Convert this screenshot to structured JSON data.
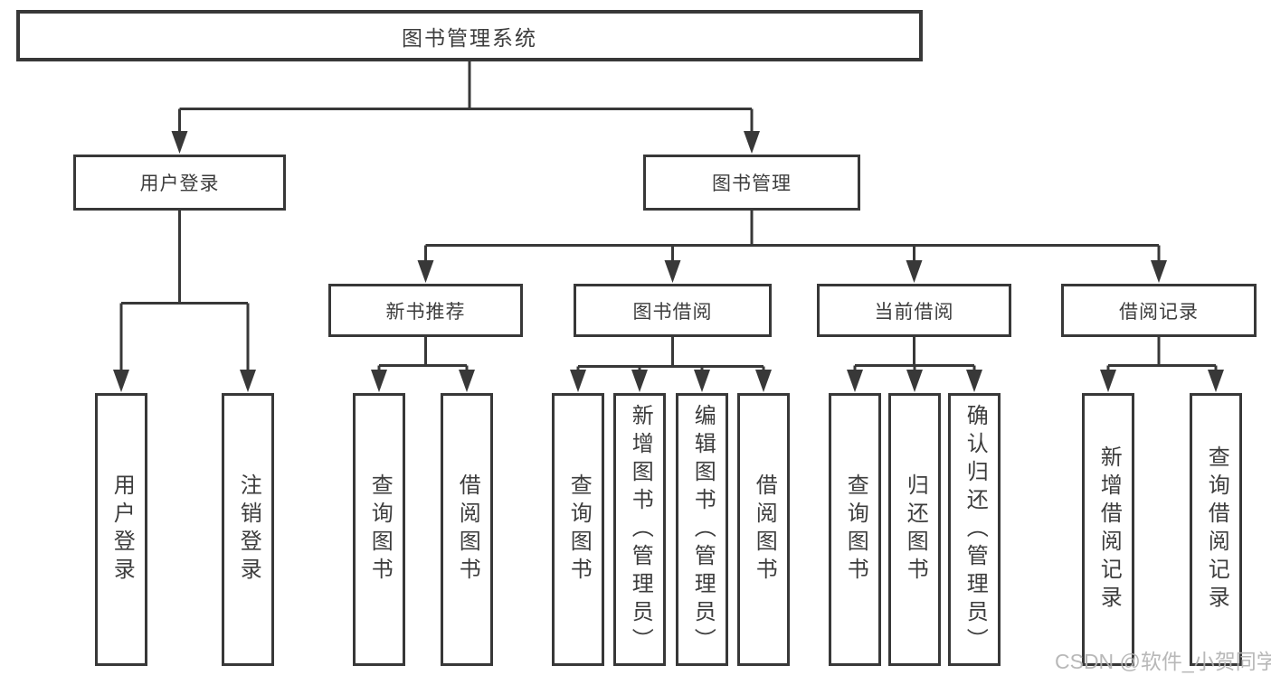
{
  "diagram_title": "图书管理系统",
  "nodes": {
    "root": {
      "label": "图书管理系统"
    },
    "level2": {
      "user_login": {
        "label": "用户登录",
        "parent": "图书管理系统"
      },
      "book_management": {
        "label": "图书管理",
        "parent": "图书管理系统"
      }
    },
    "level3": {
      "new_book_recommend": {
        "label": "新书推荐",
        "parent": "图书管理"
      },
      "book_borrowing": {
        "label": "图书借阅",
        "parent": "图书管理"
      },
      "current_borrowing": {
        "label": "当前借阅",
        "parent": "图书管理"
      },
      "borrowing_records": {
        "label": "借阅记录",
        "parent": "图书管理"
      }
    },
    "leaves": {
      "ul_login": {
        "label": "用户登录",
        "parent": "用户登录"
      },
      "ul_logout": {
        "label": "注销登录",
        "parent": "用户登录"
      },
      "nr_query": {
        "label": "查询图书",
        "parent": "新书推荐"
      },
      "nr_borrow": {
        "label": "借阅图书",
        "parent": "新书推荐"
      },
      "bb_query": {
        "label": "查询图书",
        "parent": "图书借阅"
      },
      "bb_add": {
        "label": "新增图书（管理员）",
        "parent": "图书借阅"
      },
      "bb_edit": {
        "label": "编辑图书（管理员）",
        "parent": "图书借阅"
      },
      "bb_borrow": {
        "label": "借阅图书",
        "parent": "图书借阅"
      },
      "cb_query": {
        "label": "查询图书",
        "parent": "当前借阅"
      },
      "cb_return": {
        "label": "归还图书",
        "parent": "当前借阅"
      },
      "cb_confirm": {
        "label": "确认归还（管理员）",
        "parent": "当前借阅"
      },
      "br_add": {
        "label": "新增借阅记录",
        "parent": "借阅记录"
      },
      "br_query": {
        "label": "查询借阅记录",
        "parent": "借阅记录"
      }
    }
  },
  "watermark": {
    "text": "CSDN @软件_小贺同学"
  },
  "colors": {
    "line": "#383838",
    "text": "#3d3d3d",
    "background": "#ffffff",
    "watermark": "#b2b2b2"
  }
}
